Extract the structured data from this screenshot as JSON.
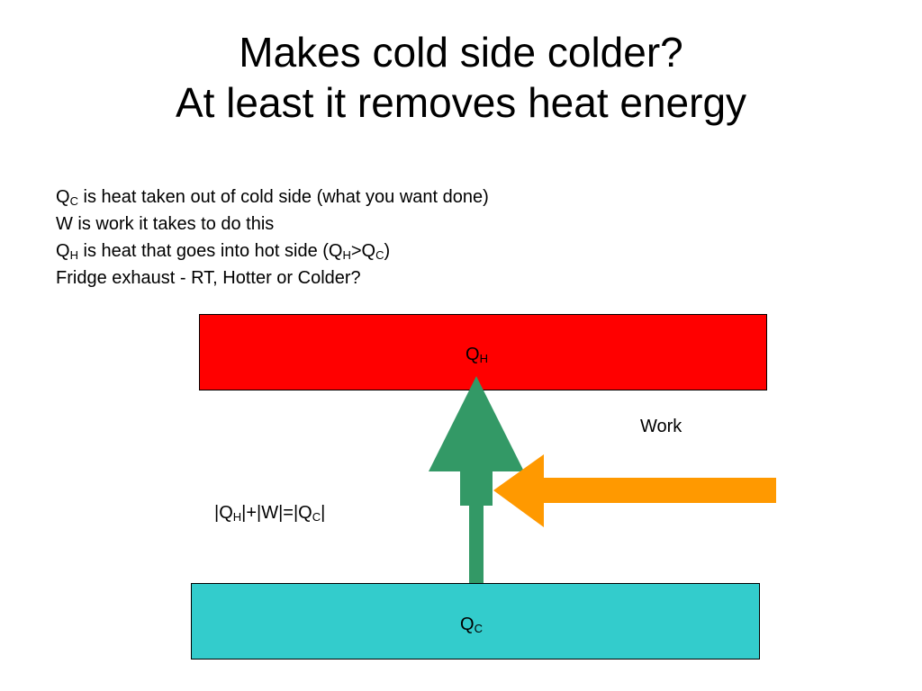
{
  "title": {
    "line1": "Makes cold side colder?",
    "line2": "At least it removes heat energy"
  },
  "notes": {
    "line1": {
      "q": "Q",
      "sub": "C",
      "rest": " is heat taken out of cold side (what you want done)"
    },
    "line2": {
      "text": "W is work it takes to do this"
    },
    "line3": {
      "q": "Q",
      "sub": "H",
      "mid": " is heat that goes into hot side (Q",
      "sub2": "H",
      "gt": ">Q",
      "sub3": "C",
      "end": ")"
    },
    "line4": {
      "text": "Fridge exhaust - RT, Hotter or Colder?"
    }
  },
  "diagram": {
    "hot_reservoir": {
      "q": "Q",
      "sub": "H",
      "color": "#ff0000"
    },
    "cold_reservoir": {
      "q": "Q",
      "sub": "C",
      "color": "#33cccc"
    },
    "heat_arrow_color": "#339966",
    "work_arrow_color": "#ff9900",
    "work_label": "Work",
    "equation": {
      "a": "|Q",
      "sub1": "H",
      "b": "|+|W|=|Q",
      "sub2": "C",
      "c": "|"
    }
  }
}
